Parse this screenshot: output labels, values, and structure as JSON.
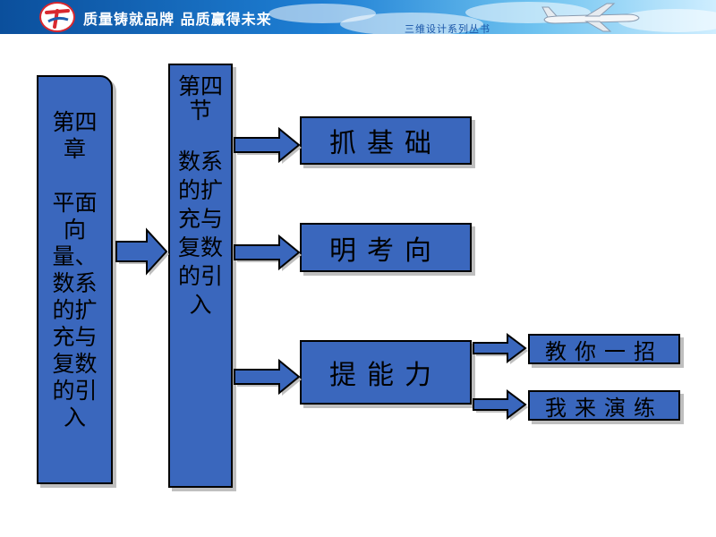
{
  "header": {
    "slogan": "质量铸就品牌 品质赢得未来",
    "series": "三维设计系列丛书"
  },
  "chapter": {
    "heading": "第四章",
    "title": "平面向量、数系的扩充与复数的引入"
  },
  "section": {
    "heading": "第四节",
    "title": "数系的扩充与复数的引入"
  },
  "branches": [
    {
      "label": "抓基础"
    },
    {
      "label": "明考向"
    },
    {
      "label": "提能力",
      "children": [
        {
          "label": "教你一招"
        },
        {
          "label": "我来演练"
        }
      ]
    }
  ],
  "colors": {
    "box_fill": "#3a67bd",
    "border": "#000000",
    "shadow": "#bfbfbf"
  }
}
